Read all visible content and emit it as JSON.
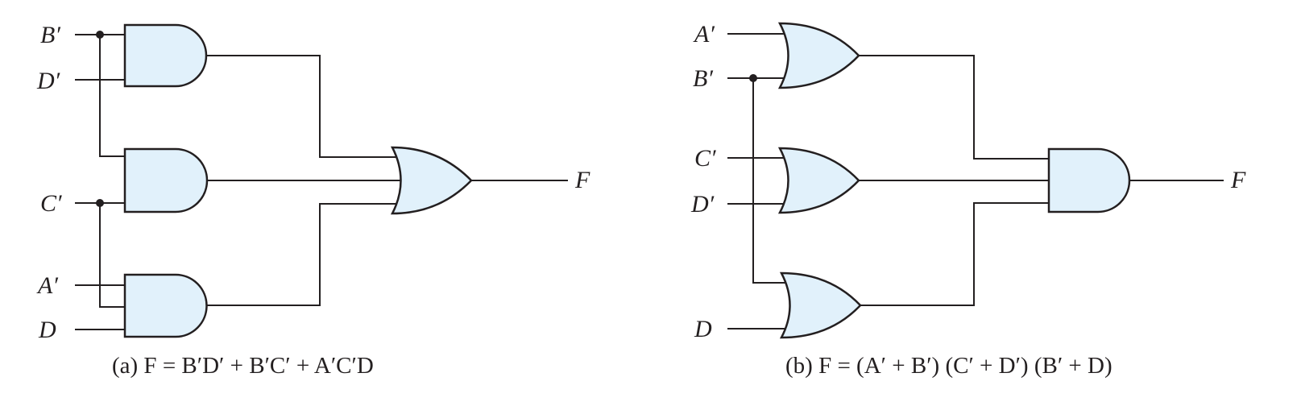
{
  "colors": {
    "gate_fill": "#e1f1fb",
    "stroke": "#231f20"
  },
  "icons": {
    "and_gate": "and-gate-icon",
    "or_gate": "or-gate-icon",
    "junction": "junction-dot-icon"
  },
  "circuit_a": {
    "inputs": {
      "b_prime": "B′",
      "d_prime": "D′",
      "c_prime": "C′",
      "a_prime": "A′",
      "d": "D"
    },
    "output": "F",
    "caption": "(a) F = B′D′ + B′C′ + A′C′D"
  },
  "circuit_b": {
    "inputs": {
      "a_prime": "A′",
      "b_prime": "B′",
      "c_prime": "C′",
      "d_prime": "D′",
      "d": "D"
    },
    "output": "F",
    "caption": "(b) F = (A′ + B′) (C′ + D′) (B′ + D)"
  }
}
